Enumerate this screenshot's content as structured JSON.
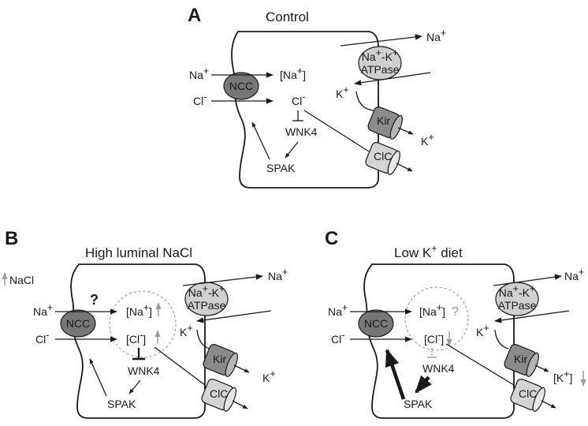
{
  "panels": {
    "A": {
      "letter": "A",
      "title": "Control"
    },
    "B": {
      "letter": "B",
      "title": "High luminal NaCl"
    },
    "C": {
      "letter": "C",
      "title_prefix": "Low K",
      "title_sup": "+",
      "title_suffix": " diet"
    }
  },
  "labels": {
    "na": "Na",
    "k": "K",
    "cl": "Cl",
    "plus": "+",
    "minus": "-",
    "ncc": "NCC",
    "kir": "Kir",
    "clc": "ClC",
    "atpase_top": "Na",
    "atpase_mid": "-K",
    "atpase_bottom": "ATPase",
    "wnk4": "WNK4",
    "spak": "SPAK",
    "na_conc_open": "[Na",
    "na_conc_close": "]",
    "cl_conc_open": "[Cl",
    "cl_conc_close": "]",
    "k_conc_open": "[K",
    "k_conc_close": "]",
    "nacl": "NaCl",
    "question": "?"
  },
  "colors": {
    "ink": "#1a1a1a",
    "ncc_fill": "#777777",
    "pump_fill": "#cfcfcf",
    "kir_fill": "#8a8a8a",
    "clc_fill": "#d4d4d4",
    "change_arrow": "#9a9a9a"
  },
  "annotations": {
    "B": {
      "nacl_up": "up",
      "na_up": "up",
      "cl_up": "up",
      "na_question": true
    },
    "C": {
      "na_question": true,
      "cl_down": "down",
      "k_down": "down",
      "wnk4_inhibition": "dashed",
      "spak_activation": "bold"
    }
  }
}
